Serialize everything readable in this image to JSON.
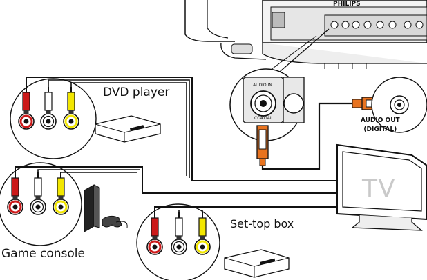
{
  "labels": {
    "dvd_player": "DVD player",
    "set_top_box": "Set-top box",
    "game_console": "Game console",
    "audio_out_line1": "AUDIO OUT",
    "audio_out_line2": "(DIGITAL)",
    "tv": "TV",
    "brand": "PHILIPS",
    "audio_in": "AUDIO IN",
    "coaxial": "COAXIAL"
  },
  "colors": {
    "plug_red": "#cc1a1a",
    "plug_yellow": "#f2e600",
    "plug_white": "#ffffff",
    "coax_orange": "#e8731f",
    "line": "#111111",
    "tv_label": "#c9c9c9"
  }
}
